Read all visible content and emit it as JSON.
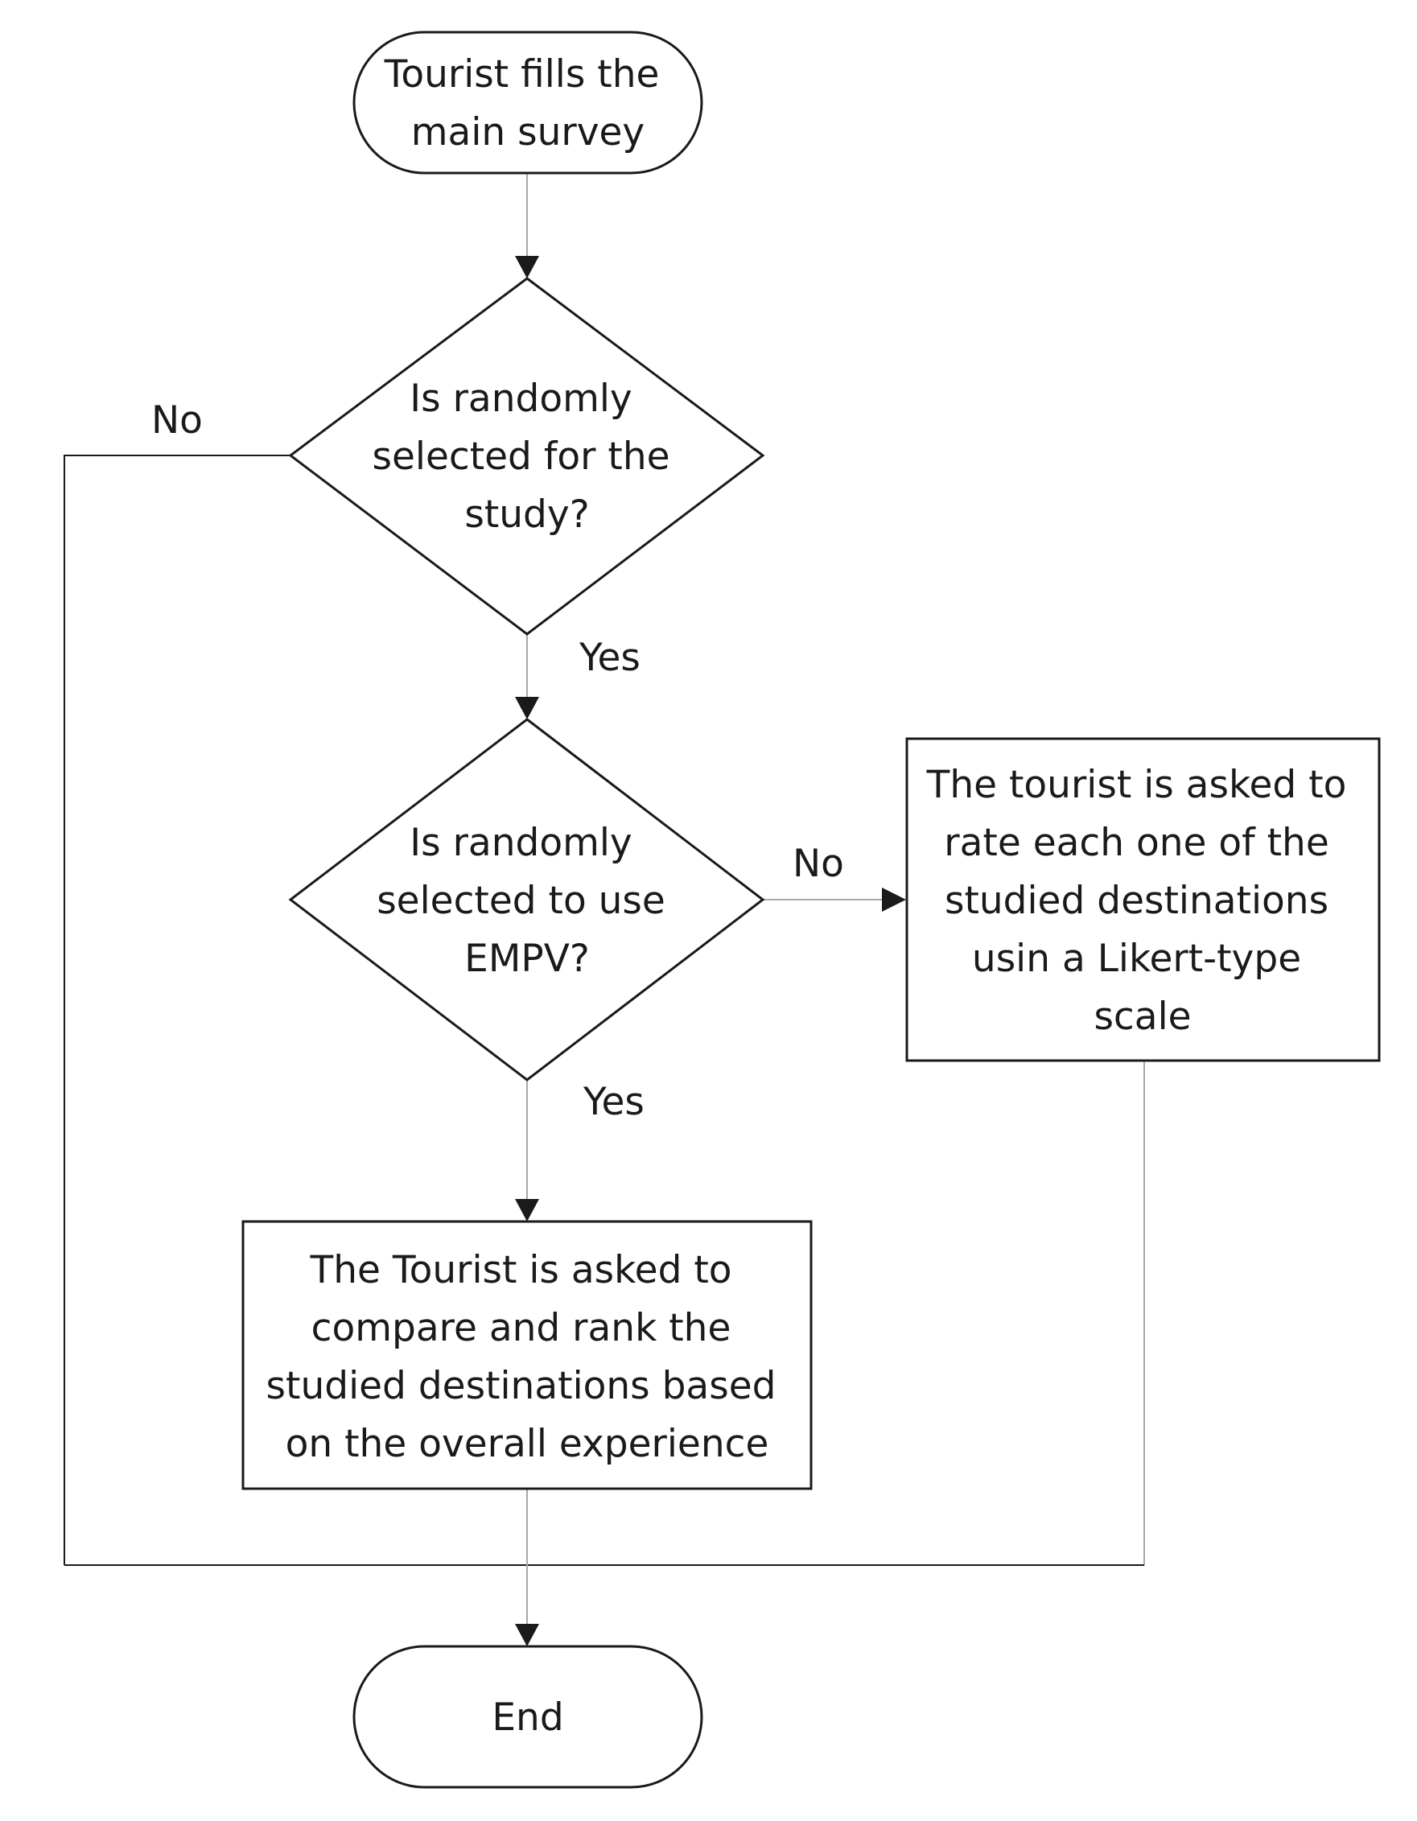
{
  "nodes": {
    "start": {
      "lines": [
        "Tourist fills the",
        "main survey"
      ]
    },
    "decision_study": {
      "lines": [
        "Is randomly",
        "selected for the",
        "study?"
      ]
    },
    "decision_empv": {
      "lines": [
        "Is randomly",
        "selected to use",
        "EMPV?"
      ]
    },
    "likert": {
      "lines": [
        "The tourist is asked to",
        "rate each one of the",
        "studied destinations",
        "usin a Likert-type",
        "scale"
      ]
    },
    "rank": {
      "lines": [
        "The Tourist is asked to",
        "compare and rank the",
        "studied destinations based",
        "on the overall experience"
      ]
    },
    "end": {
      "lines": [
        "End"
      ]
    }
  },
  "edge_labels": {
    "study_no": "No",
    "study_yes": "Yes",
    "empv_no": "No",
    "empv_yes": "Yes"
  },
  "colors": {
    "stroke": "#1a1a1a",
    "gray_connector": "#a8a8a8",
    "fill": "#ffffff"
  }
}
